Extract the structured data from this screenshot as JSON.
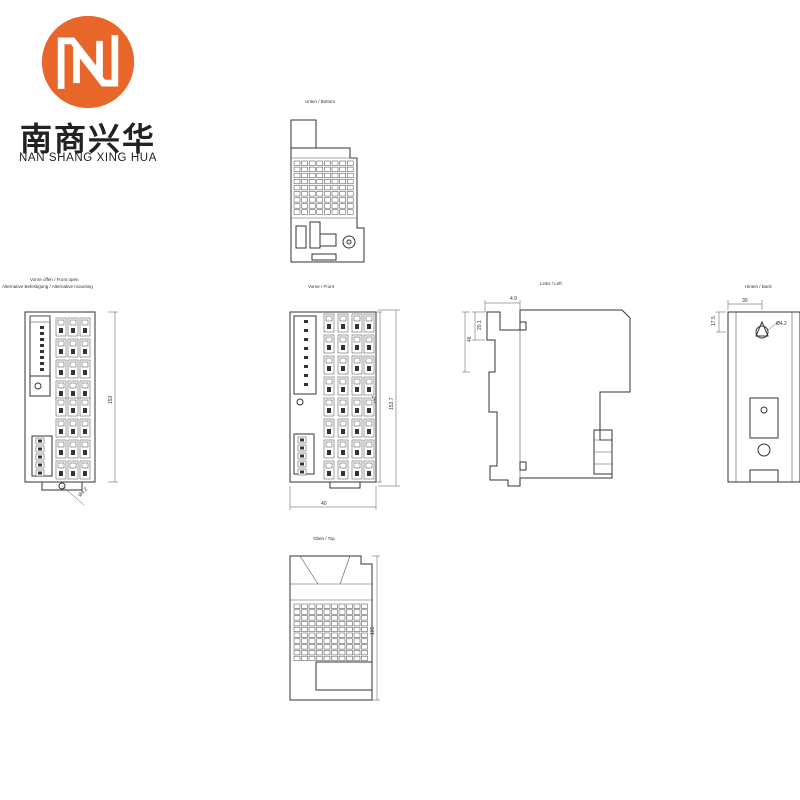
{
  "logo": {
    "icon": "nsxh-logo-icon",
    "brand_color": "#E8662A",
    "name_cn": "南商兴华",
    "name_en": "NAN SHANG XING HUA"
  },
  "views": {
    "bottom": {
      "title": "Unten / Bottom"
    },
    "front_alt": {
      "title_line1": "Vorne  offen  / Front    open",
      "title_line2": "Alternative Befestigung / Alternative mounting",
      "dim_height": "153",
      "dim_screw": "Ø4.2"
    },
    "front": {
      "title": "Vorne / Front",
      "dim_inner": "147",
      "dim_outer": "153.7",
      "dim_width": "40"
    },
    "left": {
      "title": "Links / Left",
      "dim_top": "4.9",
      "dim_a": "20.1",
      "dim_b": "46"
    },
    "back": {
      "title": "Hinten / Back",
      "dim_width": "30",
      "dim_height": "17.5",
      "dim_hole": "Ø4.2"
    },
    "top": {
      "title": "Oben / Top",
      "dim_height": "105"
    }
  }
}
